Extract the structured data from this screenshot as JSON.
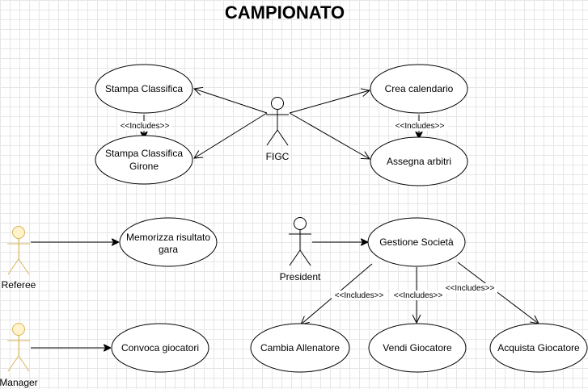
{
  "title": "CAMPIONATO",
  "colors": {
    "actor_highlight_fill": "#fff2cc",
    "actor_highlight_stroke": "#d6b656",
    "stroke": "#000000"
  },
  "actors": {
    "figc": "FIGC",
    "referee": "Referee",
    "manager": "Manager",
    "president": "President"
  },
  "use_cases": {
    "stampa_classifica": "Stampa Classifica",
    "stampa_classifica_girone": [
      "Stampa Classifica",
      "Girone"
    ],
    "crea_calendario": "Crea calendario",
    "assegna_arbitri": "Assegna arbitri",
    "memorizza_risultato": [
      "Memorizza risultato",
      "gara"
    ],
    "convoca_giocatori": "Convoca giocatori",
    "gestione_societa": "Gestione Società",
    "cambia_allenatore": "Cambia Allenatore",
    "vendi_giocatore": "Vendi Giocatore",
    "acquista_giocatore": "Acquista Giocatore"
  },
  "includes": {
    "label": "<<Includes>>"
  }
}
